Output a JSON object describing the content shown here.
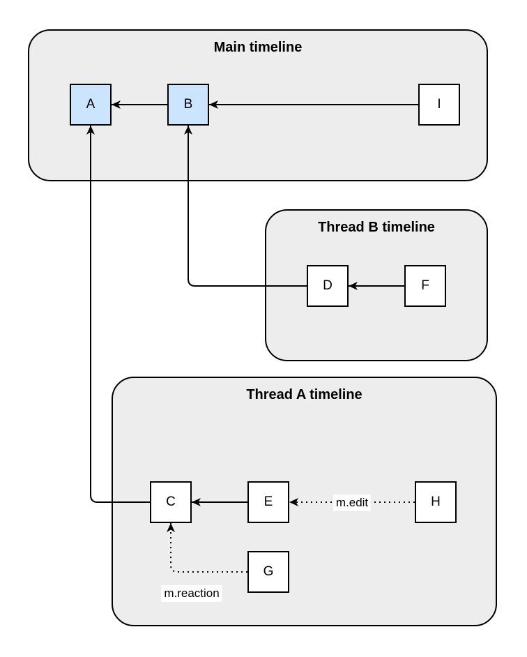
{
  "colors": {
    "background": "#ffffff",
    "container_fill": "#ededed",
    "container_border": "#000000",
    "node_fill": "#ffffff",
    "node_highlight_fill": "#cce5ff",
    "node_border": "#000000",
    "edge_color": "#000000",
    "text_color": "#000000"
  },
  "containers": {
    "main": {
      "title": "Main timeline"
    },
    "thread_b": {
      "title": "Thread B timeline"
    },
    "thread_a": {
      "title": "Thread A timeline"
    }
  },
  "nodes": {
    "a": {
      "label": "A",
      "highlighted": true
    },
    "b": {
      "label": "B",
      "highlighted": true
    },
    "i": {
      "label": "I",
      "highlighted": false
    },
    "d": {
      "label": "D",
      "highlighted": false
    },
    "f": {
      "label": "F",
      "highlighted": false
    },
    "c": {
      "label": "C",
      "highlighted": false
    },
    "e": {
      "label": "E",
      "highlighted": false
    },
    "h": {
      "label": "H",
      "highlighted": false
    },
    "g": {
      "label": "G",
      "highlighted": false
    }
  },
  "edges": {
    "b_to_a": {
      "from": "B",
      "to": "A",
      "style": "solid",
      "label": ""
    },
    "i_to_b": {
      "from": "I",
      "to": "B",
      "style": "solid",
      "label": ""
    },
    "f_to_d": {
      "from": "F",
      "to": "D",
      "style": "solid",
      "label": ""
    },
    "d_to_b": {
      "from": "D",
      "to": "B",
      "style": "solid",
      "label": ""
    },
    "e_to_c": {
      "from": "E",
      "to": "C",
      "style": "solid",
      "label": ""
    },
    "c_to_a": {
      "from": "C",
      "to": "A",
      "style": "solid",
      "label": ""
    },
    "h_to_e": {
      "from": "H",
      "to": "E",
      "style": "dotted",
      "label": "m.edit"
    },
    "g_to_c": {
      "from": "G",
      "to": "C",
      "style": "dotted",
      "label": "m.reaction"
    }
  }
}
